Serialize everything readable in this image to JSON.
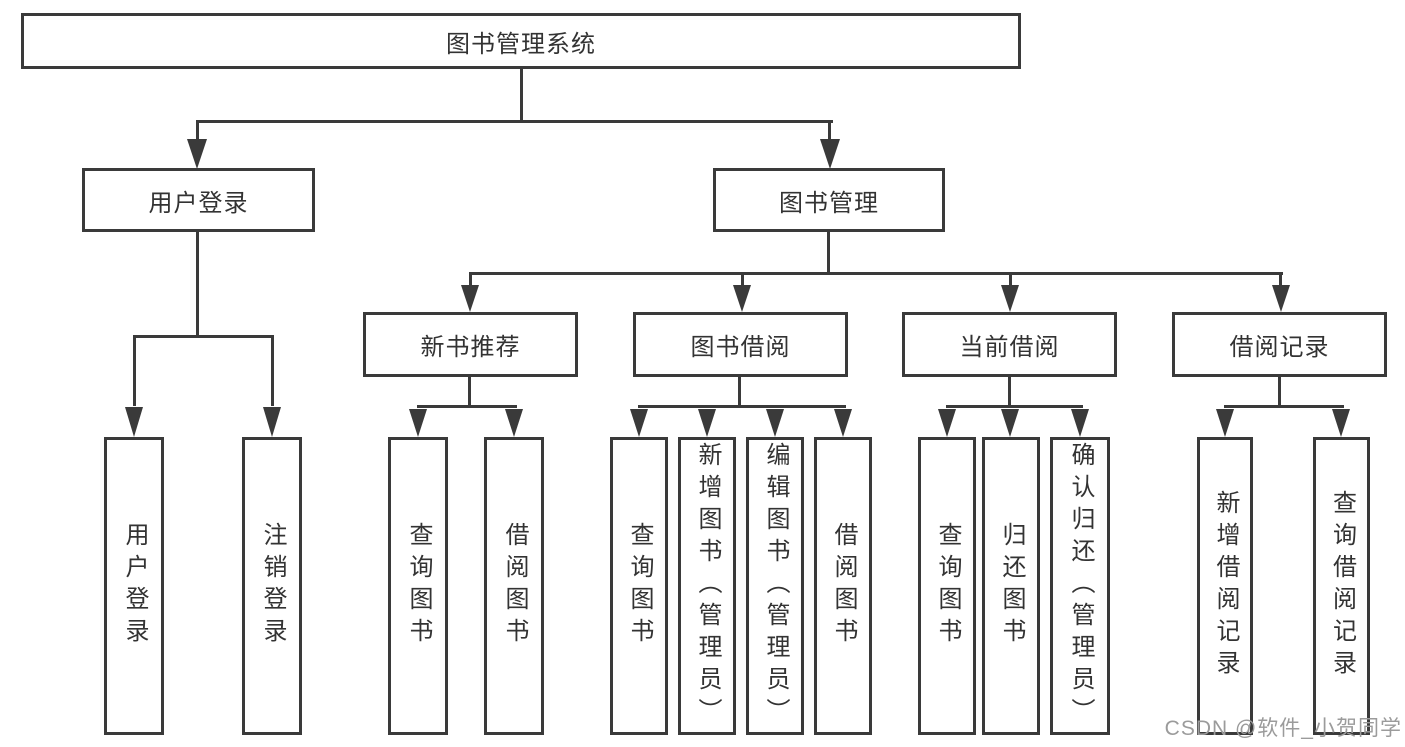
{
  "tree": {
    "root": "图书管理系统",
    "l2": [
      {
        "label": "用户登录",
        "leaves": [
          "用户登录",
          "注销登录"
        ]
      },
      {
        "label": "图书管理"
      }
    ],
    "l3": [
      {
        "label": "新书推荐",
        "leaves": [
          "查询图书",
          "借阅图书"
        ]
      },
      {
        "label": "图书借阅",
        "leaves": [
          "查询图书",
          "新增图书（管理员）",
          "编辑图书（管理员）",
          "借阅图书"
        ]
      },
      {
        "label": "当前借阅",
        "leaves": [
          "查询图书",
          "归还图书",
          "确认归还（管理员）"
        ]
      },
      {
        "label": "借阅记录",
        "leaves": [
          "新增借阅记录",
          "查询借阅记录"
        ]
      }
    ]
  },
  "watermark": "CSDN @软件_小贺同学",
  "colors": {
    "line": "#3a3a3a",
    "text": "#333333",
    "background": "#ffffff",
    "watermark": "#9b9b9b"
  }
}
